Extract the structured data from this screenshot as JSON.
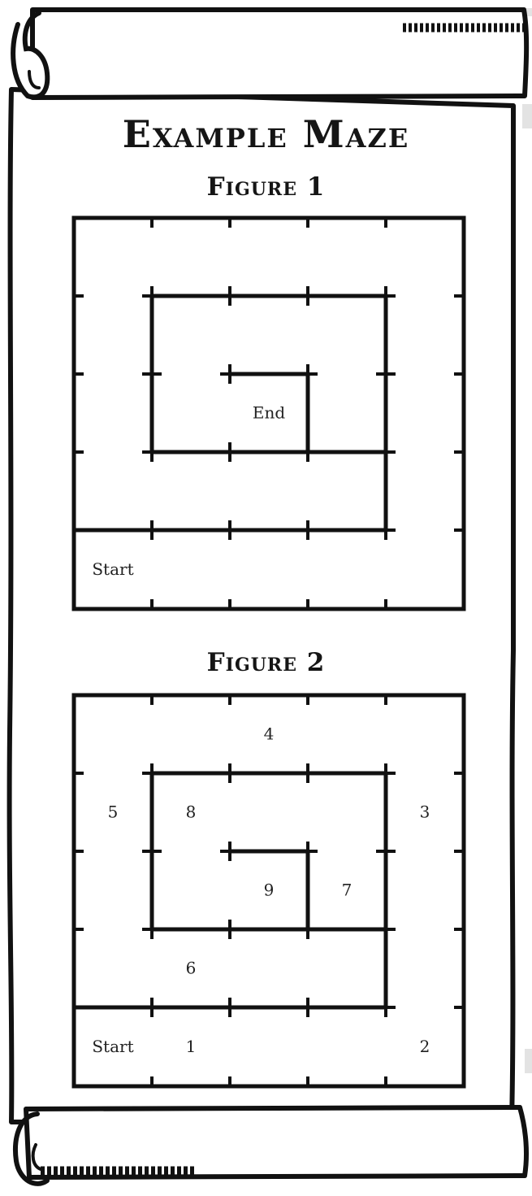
{
  "title": "Example Maze",
  "figures": [
    {
      "title": "Figure 1",
      "labels": [
        {
          "text": "Start",
          "cell": [
            0,
            4
          ]
        },
        {
          "text": "End",
          "cell": [
            2,
            2
          ]
        }
      ]
    },
    {
      "title": "Figure 2",
      "labels": [
        {
          "text": "Start",
          "cell": [
            0,
            4
          ]
        },
        {
          "text": "1",
          "cell": [
            1,
            4
          ]
        },
        {
          "text": "2",
          "cell": [
            4,
            4
          ]
        },
        {
          "text": "3",
          "cell": [
            4,
            1
          ]
        },
        {
          "text": "4",
          "cell": [
            2,
            0
          ]
        },
        {
          "text": "5",
          "cell": [
            0,
            1
          ]
        },
        {
          "text": "6",
          "cell": [
            1,
            3
          ]
        },
        {
          "text": "7",
          "cell": [
            3,
            2
          ]
        },
        {
          "text": "8",
          "cell": [
            1,
            1
          ]
        },
        {
          "text": "9",
          "cell": [
            2,
            2
          ]
        }
      ]
    }
  ]
}
